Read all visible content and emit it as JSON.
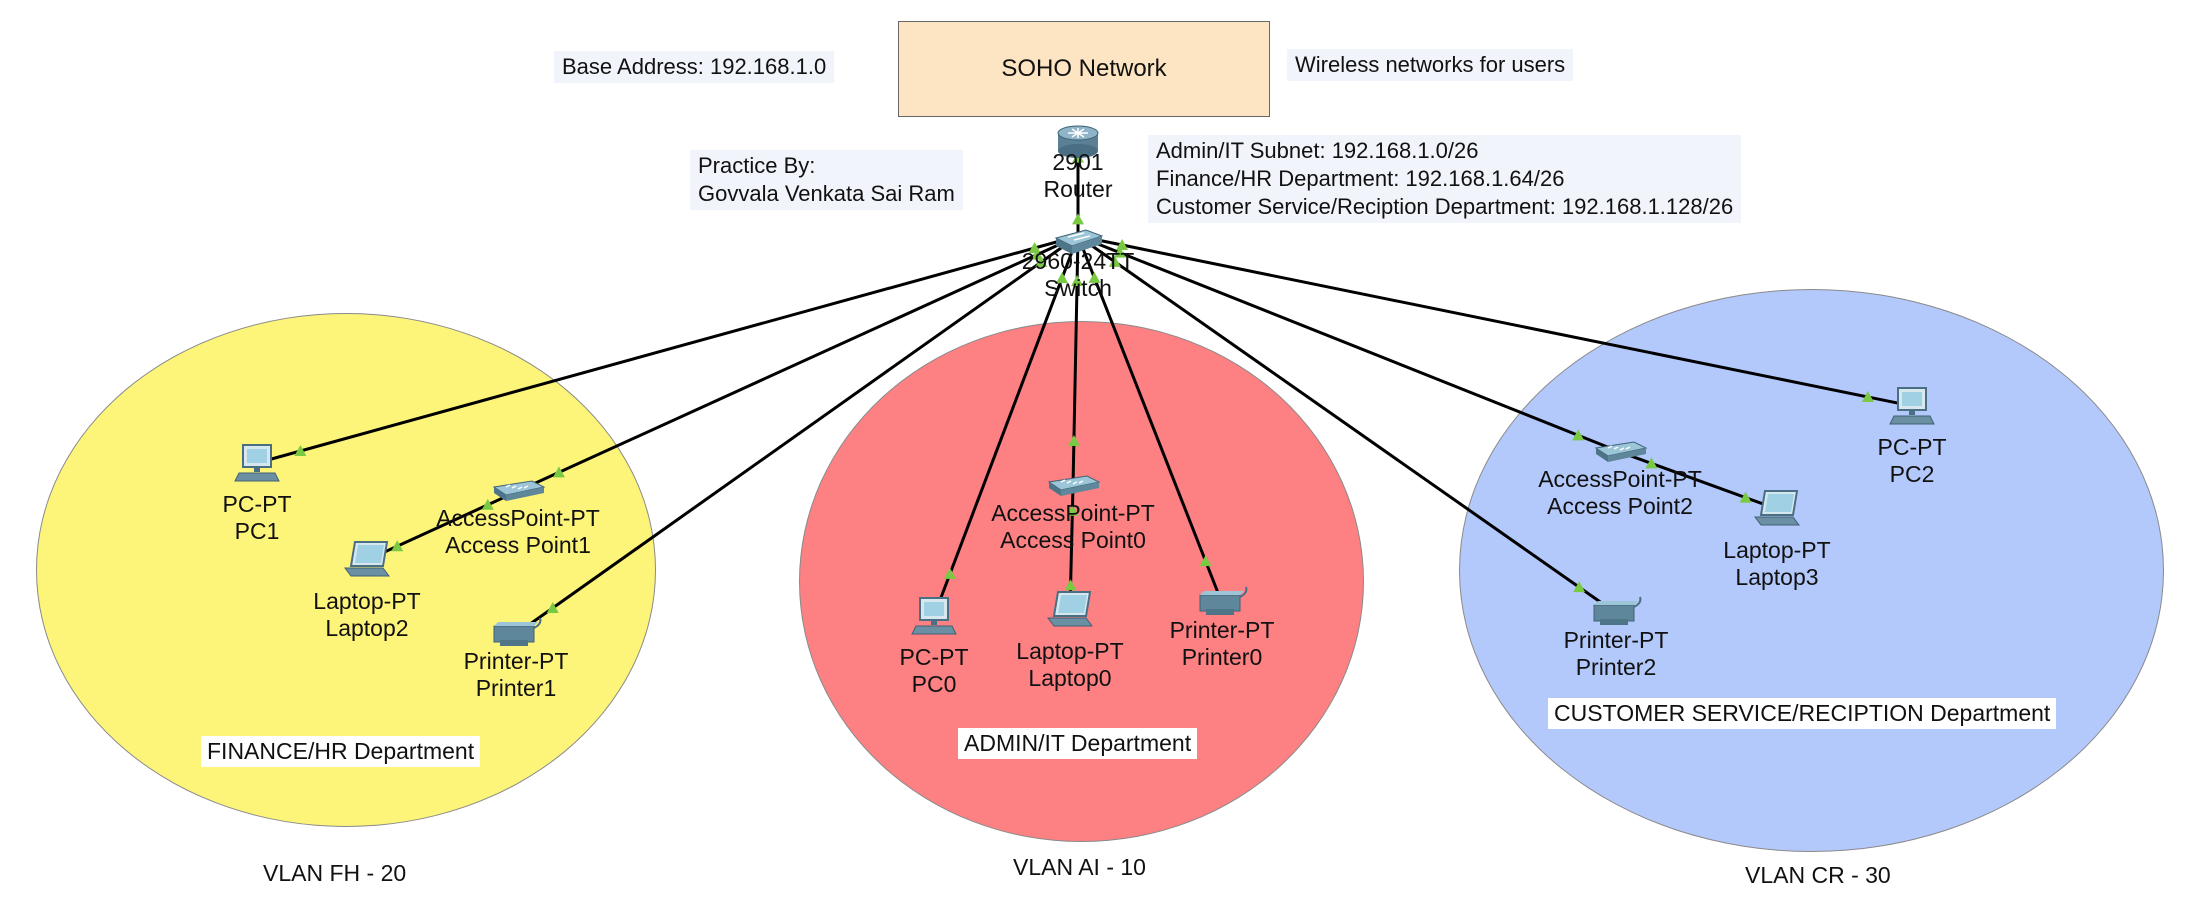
{
  "title": "SOHO Network",
  "notes": {
    "base_address": "Base Address: 192.168.1.0",
    "wireless": "Wireless networks for users",
    "practice_by": [
      "Practice By:",
      "Govvala Venkata Sai Ram"
    ],
    "subnets": [
      "Admin/IT Subnet: 192.168.1.0/26",
      "Finance/HR Department: 192.168.1.64/26",
      "Customer Service/Reciption Department: 192.168.1.128/26"
    ]
  },
  "departments": {
    "fh": {
      "label": "FINANCE/HR Department",
      "vlan": "VLAN FH - 20",
      "color": "#fdf47a"
    },
    "ai": {
      "label": "ADMIN/IT Department",
      "vlan": "VLAN AI - 10",
      "color": "#fd8083"
    },
    "cr": {
      "label": "CUSTOMER SERVICE/RECIPTION Department",
      "vlan": "VLAN CR - 30",
      "color": "#b3c8fb"
    }
  },
  "devices": {
    "router": {
      "model": "2901",
      "name": "Router",
      "icon": "router-icon"
    },
    "switch": {
      "model": "2960-24TT",
      "name": "Switch",
      "icon": "switch-icon"
    },
    "pc1": {
      "model": "PC-PT",
      "name": "PC1",
      "icon": "pc-icon"
    },
    "ap1": {
      "model": "AccessPoint-PT",
      "name": "Access Point1",
      "icon": "access-point-icon"
    },
    "laptop2": {
      "model": "Laptop-PT",
      "name": "Laptop2",
      "icon": "laptop-icon"
    },
    "printer1": {
      "model": "Printer-PT",
      "name": "Printer1",
      "icon": "printer-icon"
    },
    "pc0": {
      "model": "PC-PT",
      "name": "PC0",
      "icon": "pc-icon"
    },
    "ap0": {
      "model": "AccessPoint-PT",
      "name": "Access Point0",
      "icon": "access-point-icon"
    },
    "laptop0": {
      "model": "Laptop-PT",
      "name": "Laptop0",
      "icon": "laptop-icon"
    },
    "printer0": {
      "model": "Printer-PT",
      "name": "Printer0",
      "icon": "printer-icon"
    },
    "pc2": {
      "model": "PC-PT",
      "name": "PC2",
      "icon": "pc-icon"
    },
    "ap2": {
      "model": "AccessPoint-PT",
      "name": "Access Point2",
      "icon": "access-point-icon"
    },
    "laptop3": {
      "model": "Laptop-PT",
      "name": "Laptop3",
      "icon": "laptop-icon"
    },
    "printer2": {
      "model": "Printer-PT",
      "name": "Printer2",
      "icon": "printer-icon"
    }
  },
  "links": [
    [
      "router",
      "switch"
    ],
    [
      "switch",
      "pc1"
    ],
    [
      "switch",
      "ap1"
    ],
    [
      "switch",
      "printer1"
    ],
    [
      "ap1",
      "laptop2"
    ],
    [
      "switch",
      "pc0"
    ],
    [
      "switch",
      "ap0"
    ],
    [
      "switch",
      "printer0"
    ],
    [
      "ap0",
      "laptop0"
    ],
    [
      "switch",
      "ap2"
    ],
    [
      "switch",
      "printer2"
    ],
    [
      "switch",
      "pc2"
    ],
    [
      "ap2",
      "laptop3"
    ]
  ],
  "link_color": "#000000",
  "port_status_color": "#7ac943"
}
